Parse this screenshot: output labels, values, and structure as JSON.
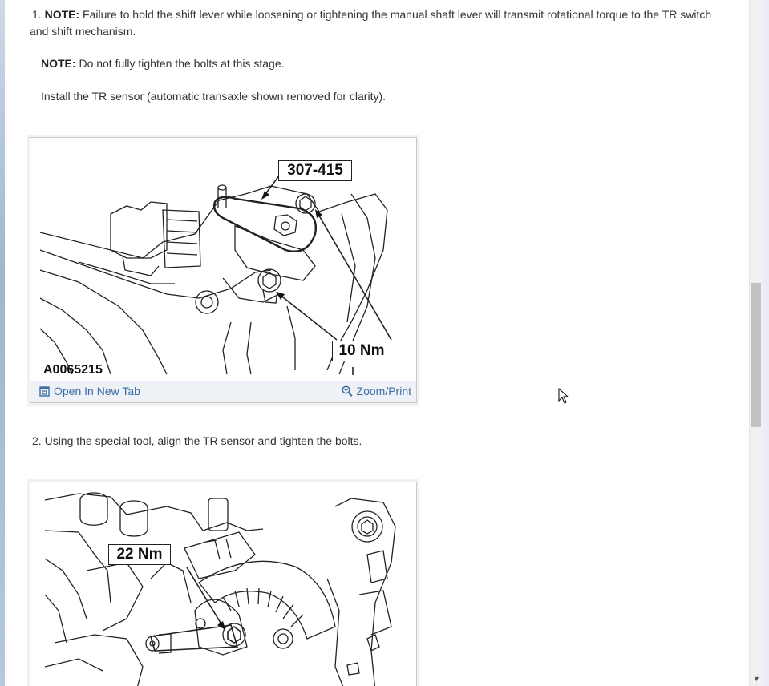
{
  "step1": {
    "number": "1.",
    "note_label": "NOTE:",
    "note_text_a": "Failure to hold the shift lever while loosening or tightening the manual shaft lever will transmit rotational torque to the TR switch",
    "note_text_b": "and shift mechanism.",
    "note2_label": "NOTE:",
    "note2_text": "Do not fully tighten the bolts at this stage.",
    "instruction": "Install the TR sensor (automatic transaxle shown removed for clarity)."
  },
  "figure1": {
    "tool_label": "307-415",
    "torque_label": "10 Nm",
    "figure_id": "A0065215",
    "open_tab_label": "Open In New Tab",
    "zoom_label": "Zoom/Print",
    "open_tab_icon": "external-tab-icon",
    "zoom_icon": "magnifier-icon"
  },
  "step2": {
    "number": "2.",
    "text": "Using the special tool, align the TR sensor and tighten the bolts."
  },
  "figure2": {
    "torque_label": "22 Nm"
  }
}
